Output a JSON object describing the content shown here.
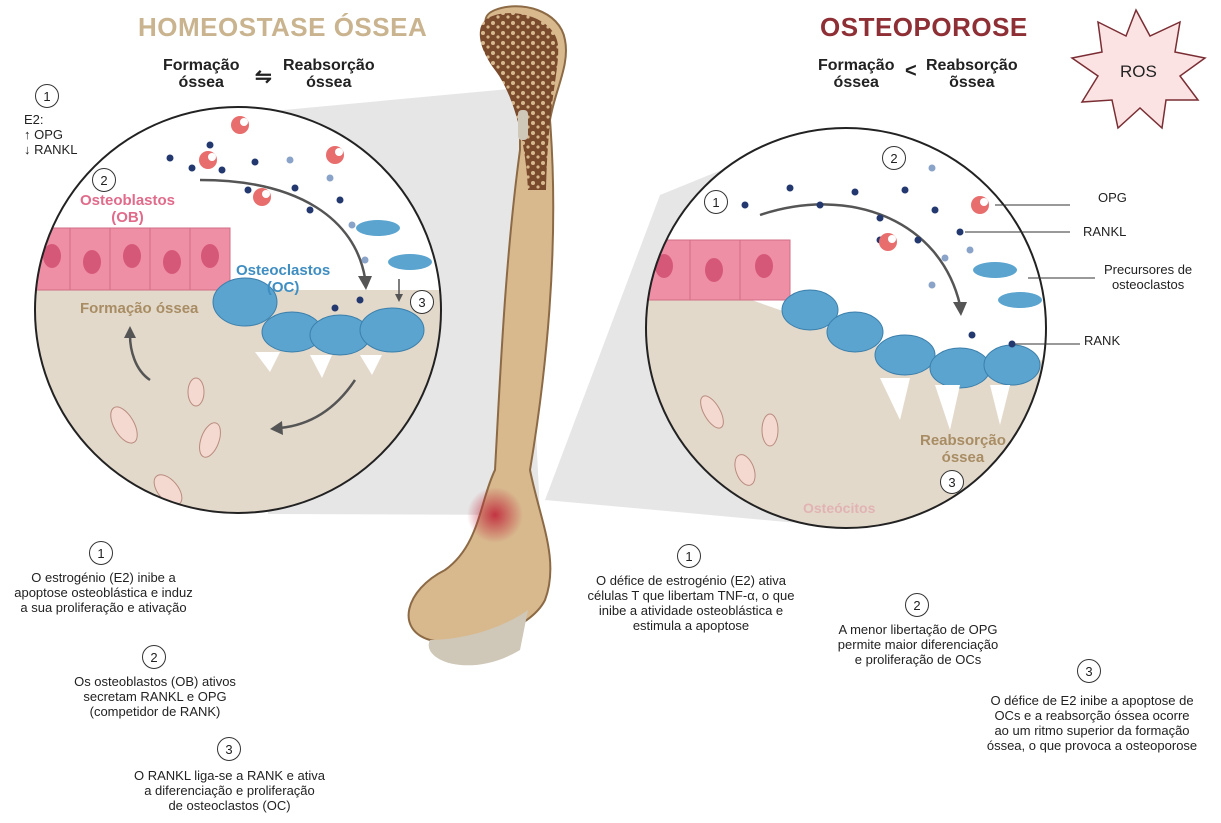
{
  "left": {
    "title": "HOMEOSTASE ÓSSEA",
    "balance": {
      "formation": [
        "Formação",
        "óssea"
      ],
      "symbol": "⇋",
      "resorption": [
        "Reabsorção",
        "óssea"
      ]
    },
    "e2_note": {
      "number": "1",
      "lines": [
        "E2:",
        "↑ OPG",
        "↓ RANKL"
      ]
    },
    "circle": {
      "step2": "2",
      "step3": "3",
      "ob_label": [
        "Osteoblastos",
        "(OB)"
      ],
      "oc_label": [
        "Osteoclastos",
        "(OC)"
      ],
      "formation_label": "Formação óssea"
    },
    "captions": [
      {
        "number": "1",
        "lines": [
          "O estrogénio (E2) inibe a",
          "apoptose osteoblástica e induz",
          "a sua proliferação e ativação"
        ]
      },
      {
        "number": "2",
        "lines": [
          "Os osteoblastos (OB) ativos",
          "secretam RANKL e OPG",
          "(competidor de RANK)"
        ]
      },
      {
        "number": "3",
        "lines": [
          "O RANKL liga-se a RANK e ativa",
          "a diferenciação e proliferação",
          "de osteoclastos (OC)"
        ]
      }
    ]
  },
  "right": {
    "title": "OSTEOPOROSE",
    "ros": "ROS",
    "balance": {
      "formation": [
        "Formação",
        "óssea"
      ],
      "symbol": "<",
      "resorption": [
        "Reabsorção",
        "õssea"
      ]
    },
    "circle": {
      "step1": "1",
      "step2": "2",
      "step3": "3",
      "resorption_label": [
        "Reabsorção",
        "óssea"
      ],
      "osteocytes_label": "Osteócitos"
    },
    "legend": {
      "opg": "OPG",
      "rankl": "RANKL",
      "precursors": [
        "Precursores de",
        "osteoclastos"
      ],
      "rank": "RANK"
    },
    "captions": [
      {
        "number": "1",
        "lines": [
          "O défice de estrogénio (E2) ativa",
          "células T que libertam TNF-α, o que",
          "inibe a atividade osteoblástica e",
          "estimula a apoptose"
        ]
      },
      {
        "number": "2",
        "lines": [
          "A menor libertação de OPG",
          "permite maior diferenciação",
          "e proliferação de OCs"
        ]
      },
      {
        "number": "3",
        "lines": [
          "O défice de E2 inibe a apoptose de",
          "OCs e a reabsorção óssea ocorre",
          "ao um ritmo superior da formação",
          "óssea, o que provoca a osteoporose"
        ]
      }
    ]
  },
  "colors": {
    "left_title": "#c9b48f",
    "right_title": "#8e2f35",
    "osteoblast": "#ef8fa6",
    "osteoclast": "#5aa4cf",
    "bone_matrix": "#e3d9cb",
    "rankl_dot": "#23386e",
    "opg": "#e86d6d"
  }
}
